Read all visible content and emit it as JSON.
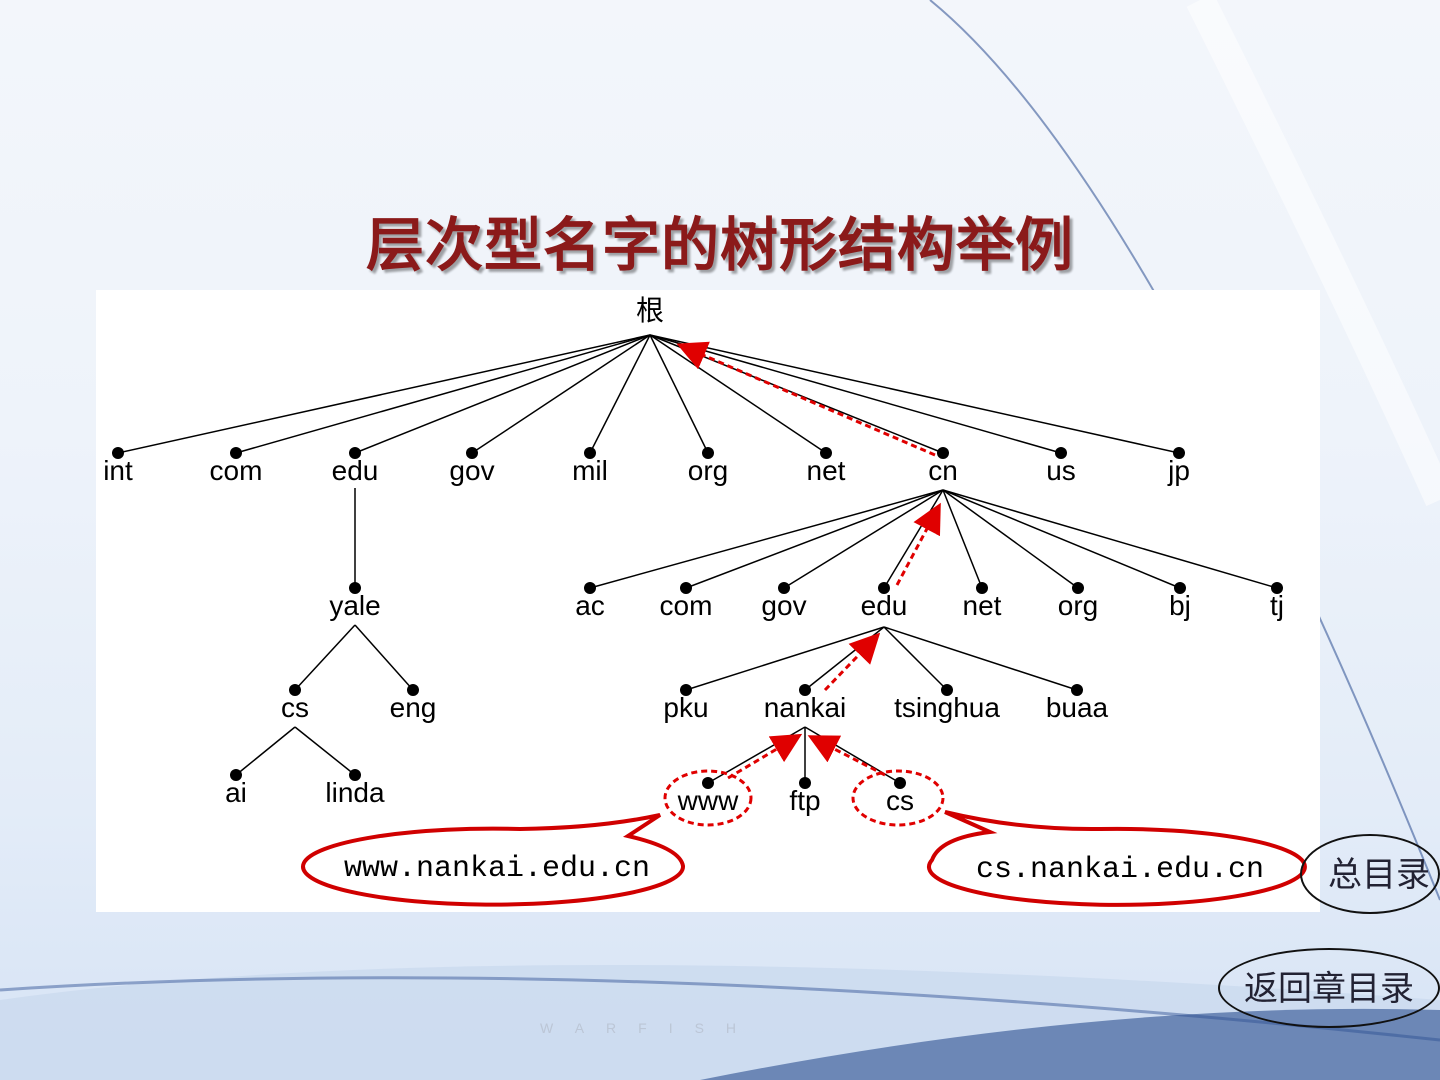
{
  "title": "层次型名字的树形结构举例",
  "tree": {
    "root": "根",
    "tld": [
      "int",
      "com",
      "edu",
      "gov",
      "mil",
      "org",
      "net",
      "cn",
      "us",
      "jp"
    ],
    "edu_children": [
      "yale"
    ],
    "yale_children": [
      "cs",
      "eng"
    ],
    "cs_children": [
      "ai",
      "linda"
    ],
    "cn_children": [
      "ac",
      "com",
      "gov",
      "edu",
      "net",
      "org",
      "bj",
      "tj"
    ],
    "cn_edu_children": [
      "pku",
      "nankai",
      "tsinghua",
      "buaa"
    ],
    "nankai_children": [
      "www",
      "ftp",
      "cs"
    ],
    "callouts": [
      "www.nankai.edu.cn",
      "cs.nankai.edu.cn"
    ]
  },
  "nav": {
    "main_menu": "总目录",
    "chapter_menu": "返回章目录"
  },
  "watermark": "WARFISH",
  "colors": {
    "title": "#8b1a1a",
    "arrow": "#e00000"
  }
}
